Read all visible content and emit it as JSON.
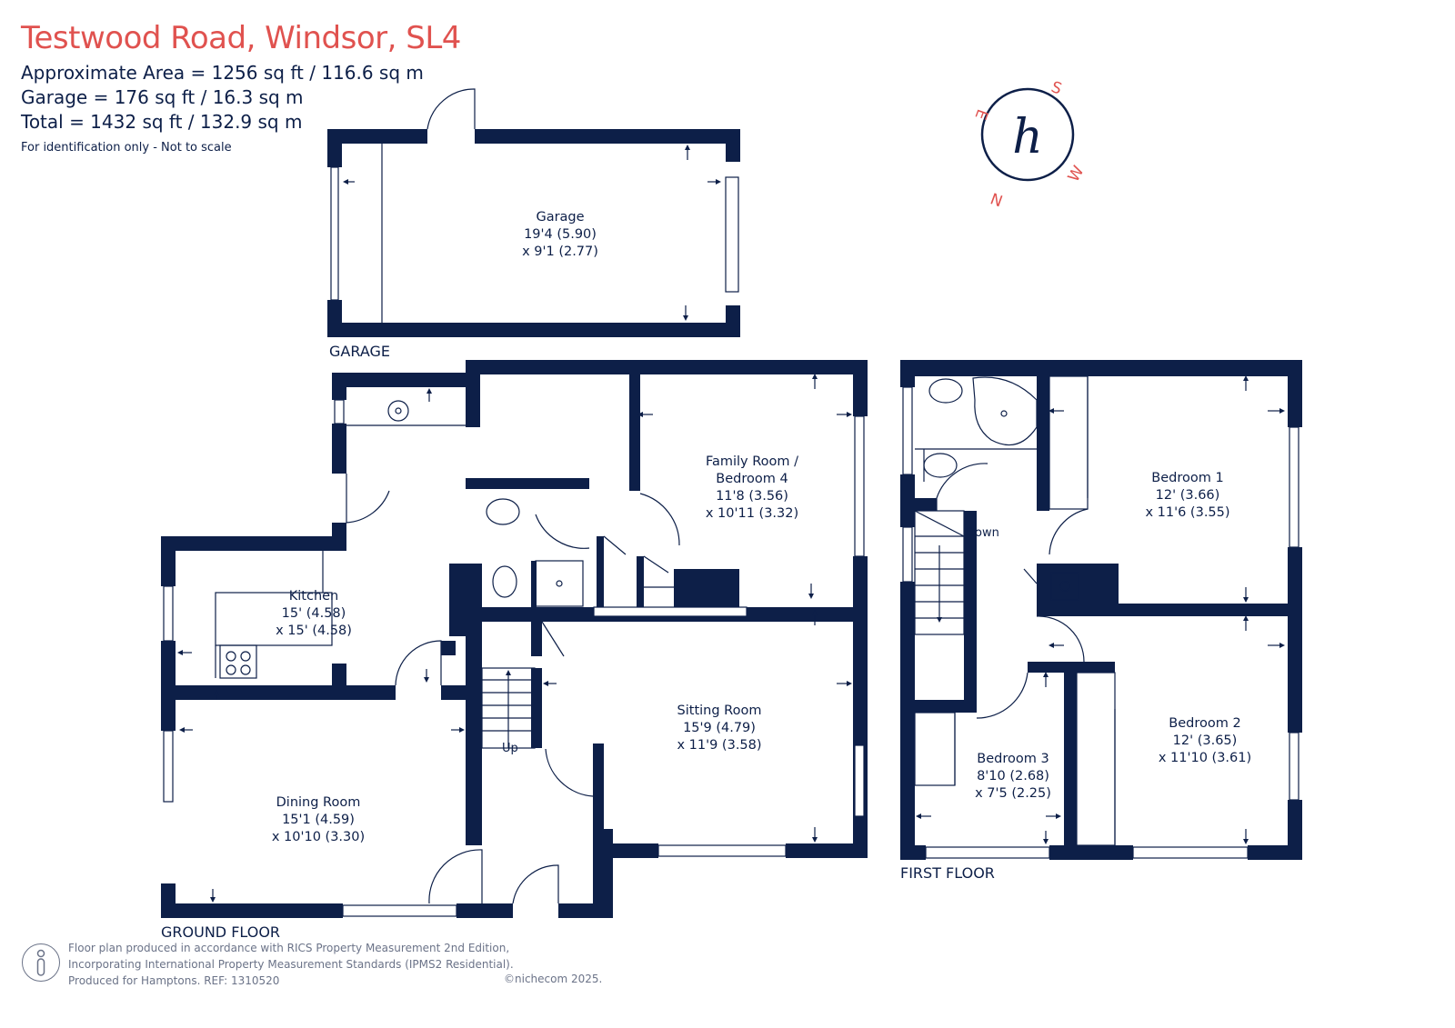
{
  "header": {
    "title": "Testwood Road, Windsor, SL4",
    "area": "Approximate Area = 1256 sq ft / 116.6 sq m",
    "garage": "Garage = 176 sq ft / 16.3 sq m",
    "total": "Total = 1432 sq ft / 132.9 sq m",
    "note": "For identification only - Not to scale"
  },
  "compass": {
    "letters": [
      "S",
      "W",
      "N",
      "E"
    ],
    "logo": "h"
  },
  "floors": {
    "garage": "GARAGE",
    "ground": "GROUND FLOOR",
    "first": "FIRST FLOOR"
  },
  "rooms": {
    "garage": {
      "name": "Garage",
      "dim1": "19'4 (5.90)",
      "dim2": "x 9'1 (2.77)"
    },
    "family": {
      "name": "Family Room /",
      "name2": "Bedroom 4",
      "dim1": "11'8 (3.56)",
      "dim2": "x 10'11 (3.32)"
    },
    "kitchen": {
      "name": "Kitchen",
      "dim1": "15' (4.58)",
      "dim2": "x 15' (4.58)"
    },
    "sitting": {
      "name": "Sitting Room",
      "dim1": "15'9 (4.79)",
      "dim2": "x 11'9 (3.58)"
    },
    "dining": {
      "name": "Dining Room",
      "dim1": "15'1 (4.59)",
      "dim2": "x 10'10 (3.30)"
    },
    "bed1": {
      "name": "Bedroom 1",
      "dim1": "12' (3.66)",
      "dim2": "x 11'6 (3.55)"
    },
    "bed2": {
      "name": "Bedroom 2",
      "dim1": "12' (3.65)",
      "dim2": "x 11'10 (3.61)"
    },
    "bed3": {
      "name": "Bedroom 3",
      "dim1": "8'10 (2.68)",
      "dim2": "x 7'5 (2.25)"
    }
  },
  "stairs": {
    "up": "Up",
    "down": "Down"
  },
  "footer": {
    "line1": "Floor plan produced in accordance with RICS Property Measurement 2nd Edition,",
    "line2": "Incorporating International Property Measurement Standards (IPMS2 Residential).",
    "line3": "Produced for Hamptons.  REF: 1310520",
    "copyright": "©nichecom 2025."
  },
  "colors": {
    "wall": "#0d1f48",
    "accent": "#e0524f",
    "footer": "#6b7388"
  }
}
